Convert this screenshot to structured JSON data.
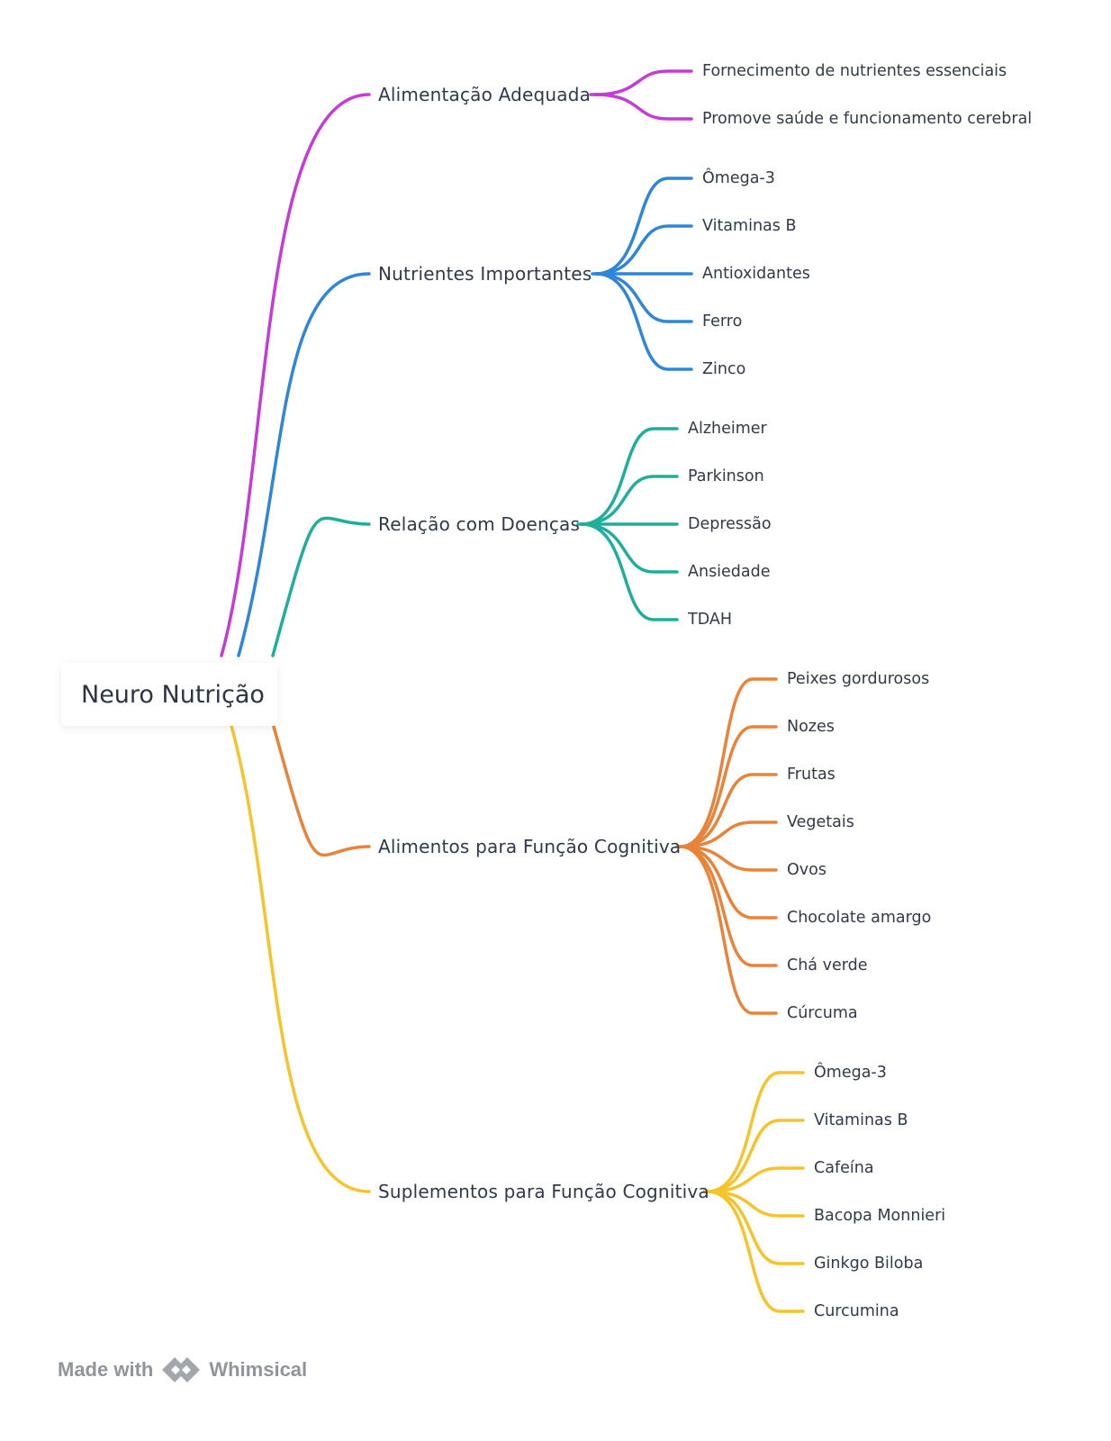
{
  "root": {
    "label": "Neuro Nutrição"
  },
  "branches": [
    {
      "label": "Alimentação Adequada",
      "color": "#c43bd6",
      "children": [
        "Fornecimento de nutrientes essenciais",
        "Promove saúde e funcionamento cerebral"
      ]
    },
    {
      "label": "Nutrientes Importantes",
      "color": "#2f86d9",
      "children": [
        "Ômega-3",
        "Vitaminas B",
        "Antioxidantes",
        "Ferro",
        "Zinco"
      ]
    },
    {
      "label": "Relação com Doenças",
      "color": "#1fae9c",
      "children": [
        "Alzheimer",
        "Parkinson",
        "Depressão",
        "Ansiedade",
        "TDAH"
      ]
    },
    {
      "label": "Alimentos para Função Cognitiva",
      "color": "#e8833a",
      "children": [
        "Peixes gordurosos",
        "Nozes",
        "Frutas",
        "Vegetais",
        "Ovos",
        "Chocolate amargo",
        "Chá verde",
        "Cúrcuma"
      ]
    },
    {
      "label": "Suplementos para Função Cognitiva",
      "color": "#f5c42c",
      "children": [
        "Ômega-3",
        "Vitaminas B",
        "Cafeína",
        "Bacopa Monnieri",
        "Ginkgo Biloba",
        "Curcumina"
      ]
    }
  ],
  "footer": {
    "made_with": "Made with",
    "brand": "Whimsical",
    "logo_icon": "whimsical-logo-icon"
  }
}
